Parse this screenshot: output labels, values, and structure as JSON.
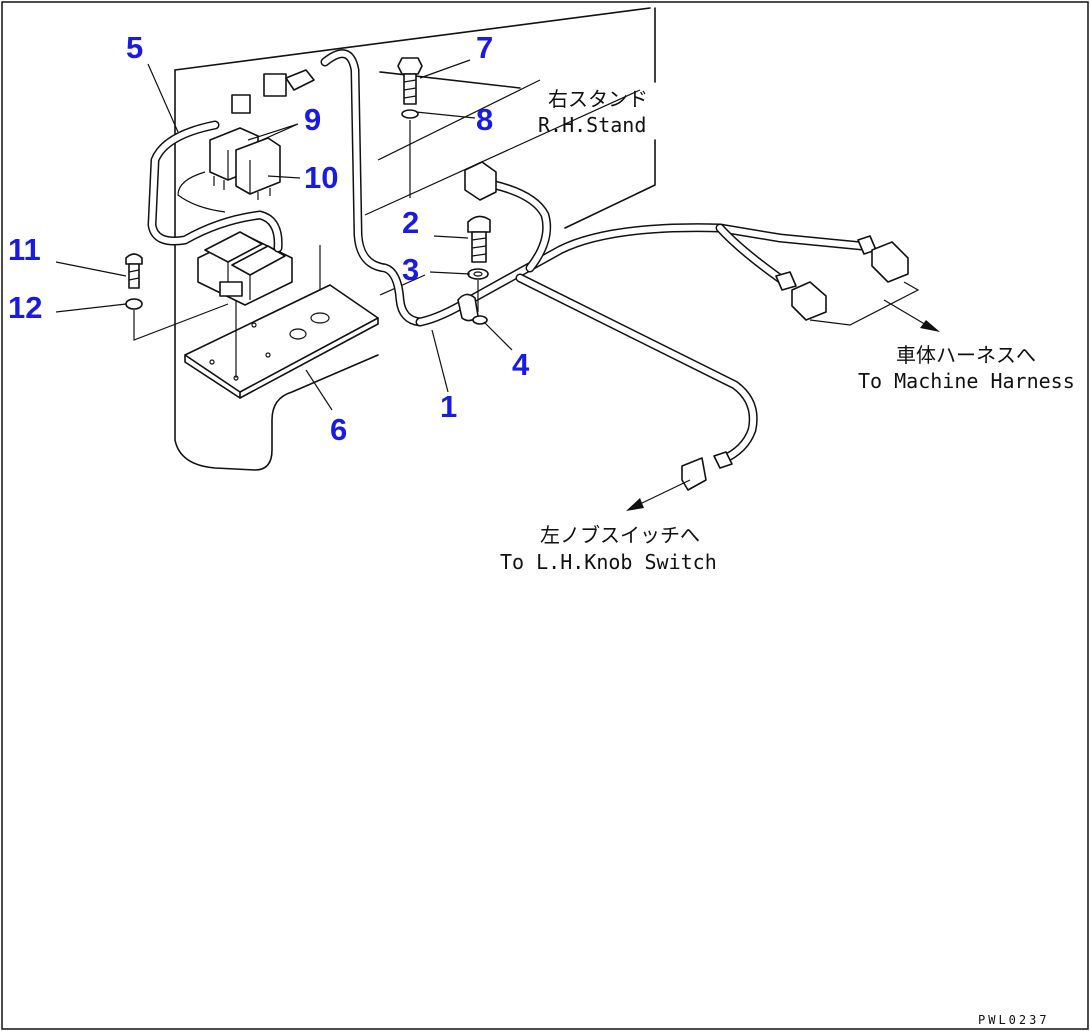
{
  "callouts": {
    "n1": "1",
    "n2": "2",
    "n3": "3",
    "n4": "4",
    "n5": "5",
    "n6": "6",
    "n7": "7",
    "n8": "8",
    "n9": "9",
    "n10": "10",
    "n11": "11",
    "n12": "12"
  },
  "labels": {
    "stand_jp": "右スタンド",
    "stand_en": "R.H.Stand",
    "machine_jp": "車体ハーネスへ",
    "machine_en": "To Machine Harness",
    "knob_jp": "左ノブスイッチへ",
    "knob_en": "To L.H.Knob Switch"
  },
  "drawing_code": "PWL0237",
  "colors": {
    "callout": "#1a1ae6",
    "line": "#111111"
  }
}
